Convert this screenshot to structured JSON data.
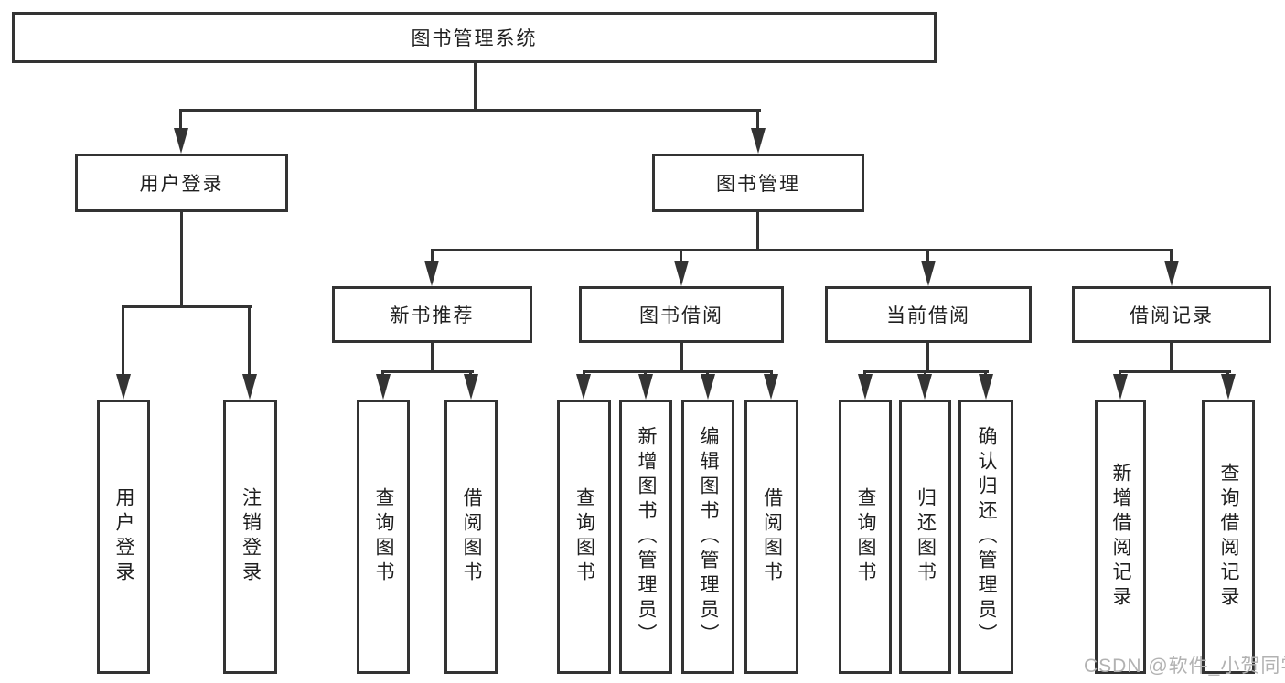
{
  "diagram": {
    "root": {
      "label": "图书管理系统"
    },
    "branches": [
      {
        "label": "用户登录",
        "children": [
          {
            "label": "用户登录"
          },
          {
            "label": "注销登录"
          }
        ]
      },
      {
        "label": "图书管理",
        "children": [
          {
            "label": "新书推荐",
            "children": [
              {
                "label": "查询图书"
              },
              {
                "label": "借阅图书"
              }
            ]
          },
          {
            "label": "图书借阅",
            "children": [
              {
                "label": "查询图书"
              },
              {
                "label": "新增图书（管理员）"
              },
              {
                "label": "编辑图书（管理员）"
              },
              {
                "label": "借阅图书"
              }
            ]
          },
          {
            "label": "当前借阅",
            "children": [
              {
                "label": "查询图书"
              },
              {
                "label": "归还图书"
              },
              {
                "label": "确认归还（管理员）"
              }
            ]
          },
          {
            "label": "借阅记录",
            "children": [
              {
                "label": "新增借阅记录"
              },
              {
                "label": "查询借阅记录"
              }
            ]
          }
        ]
      }
    ]
  },
  "watermark": {
    "text": "CSDN @软件_小贺同学"
  },
  "colors": {
    "line": "#333333",
    "text": "#1f1f1f",
    "background": "#ffffff",
    "watermark": "#b2b2b2"
  }
}
